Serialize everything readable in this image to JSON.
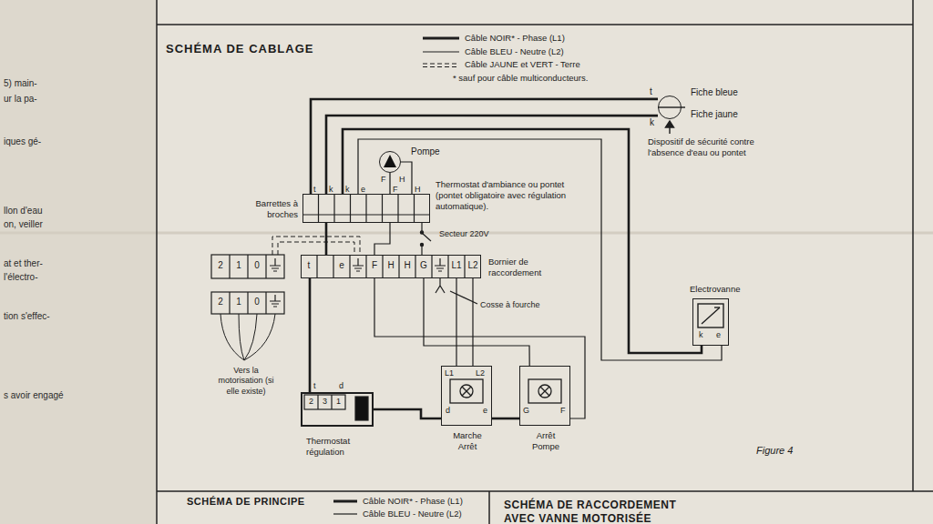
{
  "diagram": {
    "title": "SCHÉMA DE CABLAGE",
    "nodes": [
      {
        "text": [
          "Dispositif de sécurité contre l'absence d'eau ou pontet"
        ]
      },
      {
        "text": [
          "Pompe"
        ]
      },
      {
        "text": [
          "Barrettes à broches"
        ]
      },
      {
        "text": [
          "Bornier de raccordement"
        ]
      },
      {
        "text": [
          "Electrovanne"
        ]
      },
      {
        "text": [
          "Thermostat régulation"
        ]
      },
      {
        "text": [
          "Marche Arrêt"
        ]
      },
      {
        "text": [
          "Arrêt Pompe"
        ]
      }
    ],
    "edges": [
      {
        "from": 0,
        "to": 2,
        "arrow": "none"
      },
      {
        "from": 0,
        "to": 2,
        "arrow": "none"
      },
      {
        "from": 4,
        "to": 2,
        "arrow": "none"
      },
      {
        "from": 4,
        "to": 2,
        "arrow": "none"
      },
      {
        "from": 1,
        "to": 2,
        "arrow": "none"
      },
      {
        "from": 1,
        "to": 2,
        "arrow": "none"
      },
      {
        "from": 2,
        "to": 3,
        "arrow": "none"
      },
      {
        "from": 2,
        "to": 3,
        "arrow": "none"
      },
      {
        "from": 5,
        "to": 3,
        "arrow": "none"
      },
      {
        "from": 5,
        "to": 6,
        "arrow": "none"
      },
      {
        "from": 6,
        "to": 3,
        "arrow": "none"
      },
      {
        "from": 6,
        "to": 3,
        "arrow": "none"
      },
      {
        "from": 7,
        "to": 3,
        "arrow": "none"
      },
      {
        "from": 7,
        "to": 3,
        "arrow": "none"
      },
      {
        "from": 6,
        "to": 7,
        "arrow": "none"
      }
    ],
    "labels": [
      "Fiche bleue",
      "Fiche jaune",
      "t",
      "k",
      "F",
      "H",
      "t",
      "k",
      "k",
      "e",
      "F",
      "H",
      "Thermostat d'ambiance ou pontet (pontet obligatoire avec régulation automatique).",
      "Secteur 220V",
      "t",
      "e",
      "F",
      "H",
      "H",
      "G",
      "L1",
      "L2",
      "2",
      "1",
      "0",
      "2",
      "1",
      "0",
      "Vers la motorisation (si elle existe)",
      "Cosse à fourche",
      "k",
      "e",
      "t",
      "d",
      "2",
      "3",
      "1",
      "L1",
      "L2",
      "d",
      "e",
      "G",
      "F",
      "* sauf pour câble multiconducteurs.",
      "Figure 4",
      "SCHÉMA DE PRINCIPE",
      "SCHÉMA DE RACCORDEMENT AVEC VANNE MOTORISÉE",
      "5) main-",
      "ur la pa-",
      "iques gé-",
      "llon d'eau",
      "on, veiller",
      "at et ther-",
      "l'électro-",
      "tion s'effec-",
      "s avoir engagé"
    ],
    "legend": [
      {
        "text": "Câble NOIR* - Phase (L1)"
      },
      {
        "text": "Câble BLEU - Neutre (L2)"
      },
      {
        "text": "Câble JAUNE et VERT - Terre"
      },
      {
        "text": "Câble NOIR* - Phase (L1)"
      },
      {
        "text": "Câble BLEU - Neutre (L2)"
      }
    ]
  }
}
